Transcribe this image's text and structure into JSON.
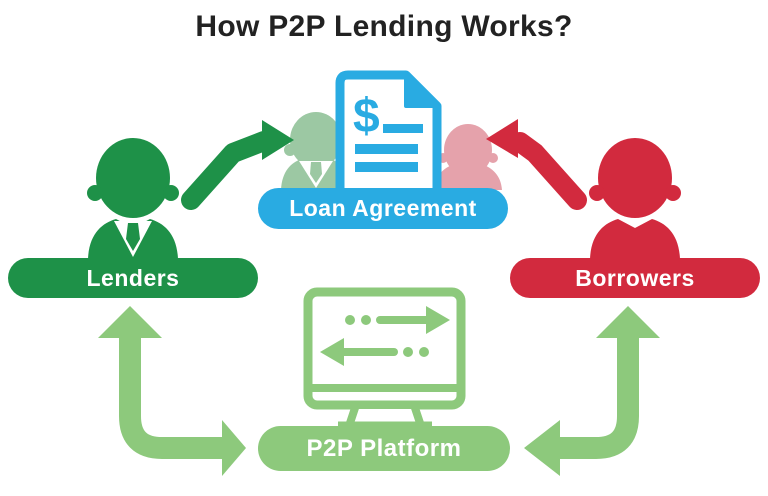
{
  "title": "How P2P Lending Works?",
  "nodes": {
    "lenders": {
      "label": "Lenders",
      "color": "#1e9148"
    },
    "borrowers": {
      "label": "Borrowers",
      "color": "#d22a3e"
    },
    "loan_agreement": {
      "label": "Loan Agreement",
      "color": "#29abe2",
      "document_symbol": "$"
    },
    "p2p_platform": {
      "label": "P2P Platform",
      "color": "#8dc97c"
    }
  },
  "flows": [
    {
      "from": "Lenders",
      "to": "Loan Agreement",
      "style": "bent-arrow",
      "color": "#1e9148"
    },
    {
      "from": "Borrowers",
      "to": "Loan Agreement",
      "style": "bent-arrow",
      "color": "#d22a3e"
    },
    {
      "from": "Lenders",
      "to": "P2P Platform",
      "style": "double-headed-elbow",
      "color": "#8dc97c"
    },
    {
      "from": "Borrowers",
      "to": "P2P Platform",
      "style": "double-headed-elbow",
      "color": "#8dc97c"
    }
  ],
  "icons": {
    "lender_person": "dark-green businessperson with tie",
    "borrower_person": "red person silhouette",
    "faded_lender": "pale-green businessperson behind document",
    "faded_borrower": "pale-pink person behind document",
    "loan_document": "blue paper with dollar sign, folded corner and text lines",
    "p2p_monitor": "light-green outlined monitor with two dotted transfer arrows"
  },
  "colors": {
    "dark_green": "#1e9148",
    "light_green": "#8dc97c",
    "red": "#d22a3e",
    "blue": "#29abe2",
    "faded_green": "#9cc8a3",
    "faded_pink": "#e5a2ab",
    "title_text": "#222222",
    "background": "#ffffff"
  }
}
